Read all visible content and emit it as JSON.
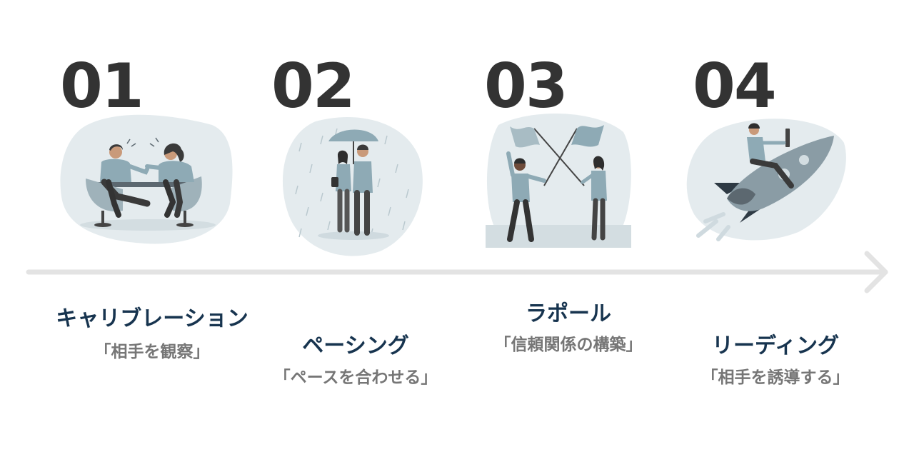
{
  "steps": [
    {
      "number": "01",
      "title": "キャリブレーション",
      "subtitle": "「相手を観察」"
    },
    {
      "number": "02",
      "title": "ペーシング",
      "subtitle": "「ペースを合わせる」"
    },
    {
      "number": "03",
      "title": "ラポール",
      "subtitle": "「信頼関係の構築」"
    },
    {
      "number": "04",
      "title": "リーディング",
      "subtitle": "「相手を誘導する」"
    }
  ],
  "colors": {
    "number": "#333333",
    "title": "#17344f",
    "subtitle": "#767676",
    "arrow": "#e3e3e3",
    "blob": "#e4ebee",
    "figure_shirt": "#8eaab5",
    "figure_dark": "#3a3a3a"
  },
  "icons": [
    "meeting-illustration",
    "umbrella-illustration",
    "flags-illustration",
    "rocket-illustration",
    "arrow-right-icon"
  ]
}
